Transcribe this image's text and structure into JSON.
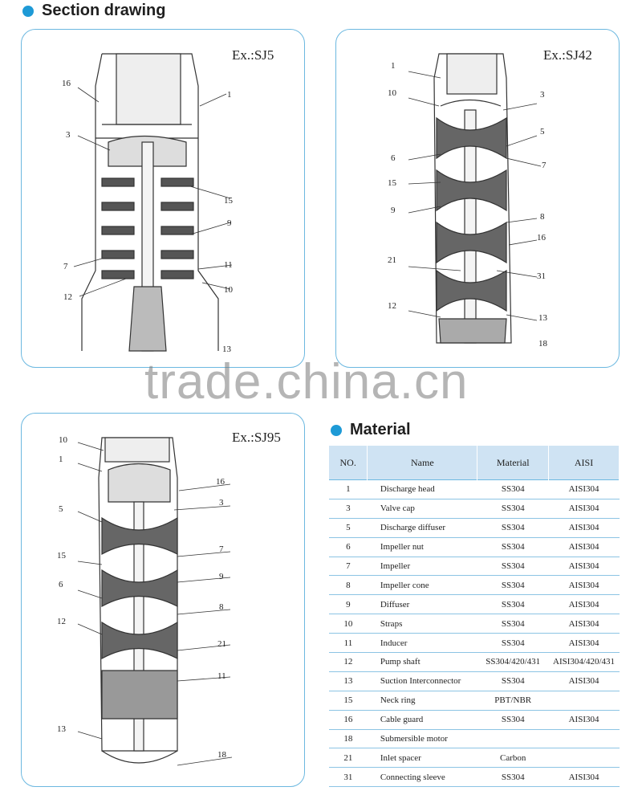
{
  "section_title": "Section drawing",
  "material_title": "Material",
  "watermark": "trade.china.cn",
  "drawings": [
    {
      "example": "Ex.:SJ5",
      "labels": [
        "16",
        "1",
        "3",
        "15",
        "9",
        "7",
        "11",
        "12",
        "10",
        "13"
      ]
    },
    {
      "example": "Ex.:SJ42",
      "labels": [
        "1",
        "10",
        "3",
        "5",
        "6",
        "7",
        "15",
        "9",
        "8",
        "16",
        "21",
        "31",
        "12",
        "13",
        "18"
      ]
    },
    {
      "example": "Ex.:SJ95",
      "labels": [
        "10",
        "1",
        "16",
        "3",
        "5",
        "7",
        "15",
        "9",
        "6",
        "8",
        "12",
        "21",
        "11",
        "13",
        "18"
      ]
    }
  ],
  "table": {
    "headers": [
      "NO.",
      "Name",
      "Material",
      "AISI"
    ],
    "rows": [
      [
        "1",
        "Discharge head",
        "SS304",
        "AISI304"
      ],
      [
        "3",
        "Valve cap",
        "SS304",
        "AISI304"
      ],
      [
        "5",
        "Discharge diffuser",
        "SS304",
        "AISI304"
      ],
      [
        "6",
        "Impeller nut",
        "SS304",
        "AISI304"
      ],
      [
        "7",
        "Impeller",
        "SS304",
        "AISI304"
      ],
      [
        "8",
        "Impeller cone",
        "SS304",
        "AISI304"
      ],
      [
        "9",
        "Diffuser",
        "SS304",
        "AISI304"
      ],
      [
        "10",
        "Straps",
        "SS304",
        "AISI304"
      ],
      [
        "11",
        "Inducer",
        "SS304",
        "AISI304"
      ],
      [
        "12",
        "Pump shaft",
        "SS304/420/431",
        "AISI304/420/431"
      ],
      [
        "13",
        "Suction Interconnector",
        "SS304",
        "AISI304"
      ],
      [
        "15",
        "Neck ring",
        "PBT/NBR",
        ""
      ],
      [
        "16",
        "Cable guard",
        "SS304",
        "AISI304"
      ],
      [
        "18",
        "Submersible motor",
        "",
        ""
      ],
      [
        "21",
        "Inlet spacer",
        "Carbon",
        ""
      ],
      [
        "31",
        "Connecting sleeve",
        "SS304",
        "AISI304"
      ]
    ]
  },
  "colors": {
    "accent": "#1e9ad6",
    "panel_border": "#6cb8e0",
    "header_fill": "#cfe3f3"
  }
}
